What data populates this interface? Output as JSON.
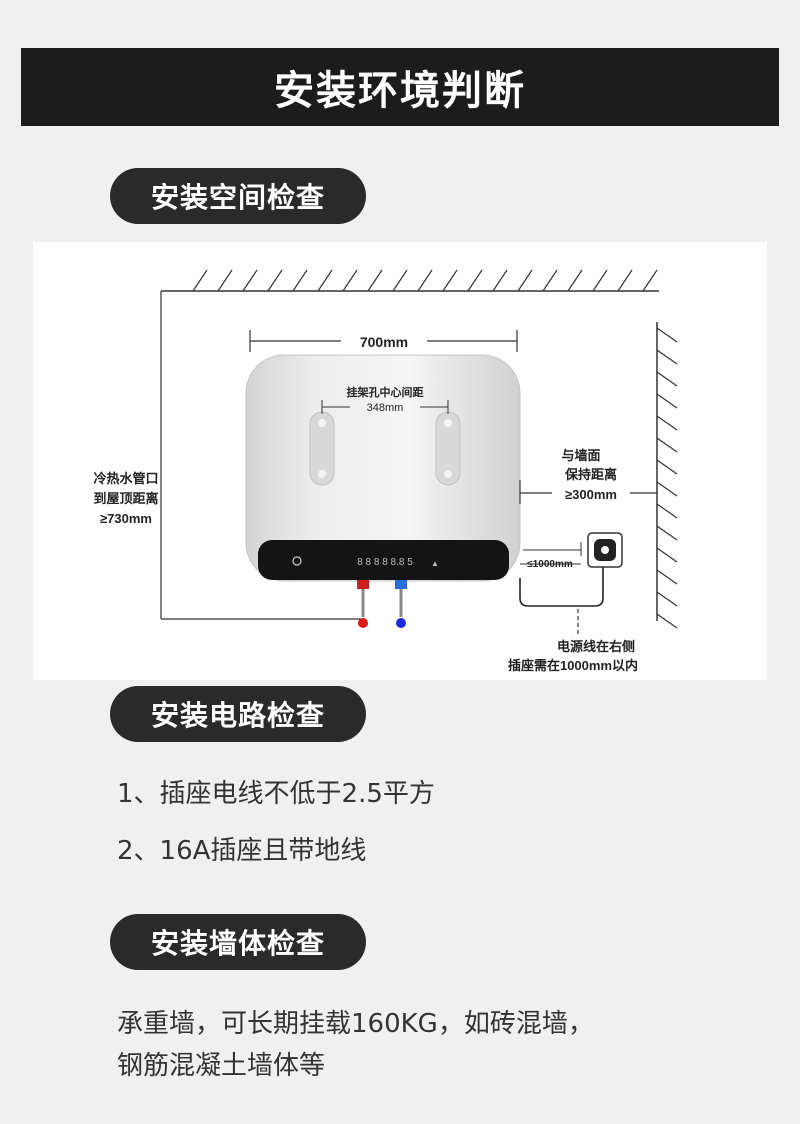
{
  "header": {
    "title": "安装环境判断"
  },
  "sections": {
    "space": {
      "title": "安装空间检查"
    },
    "circuit": {
      "title": "安装电路检查",
      "items": [
        "1、插座电线不低于2.5平方",
        "2、16A插座且带地线"
      ]
    },
    "wall": {
      "title": "安装墙体检查",
      "lines": [
        "承重墙，可长期挂载160KG，如砖混墙，",
        "钢筋混凝土墙体等"
      ]
    }
  },
  "diagram": {
    "width_label": "700mm",
    "hole_label": "挂架孔中心间距",
    "hole_distance": "348mm",
    "pipe_label": [
      "冷热水管口",
      "到屋顶距离",
      "≥730mm"
    ],
    "wall_label": [
      "与墙面",
      "保持距离",
      "≥300mm"
    ],
    "socket_distance": "≤1000mm",
    "power_label": [
      "电源线在右侧",
      "插座需在1000mm以内"
    ],
    "display_digits": "8 8 8 8 8.8 5",
    "colors": {
      "hot": "#e01818",
      "cold": "#1a2ad6"
    }
  }
}
